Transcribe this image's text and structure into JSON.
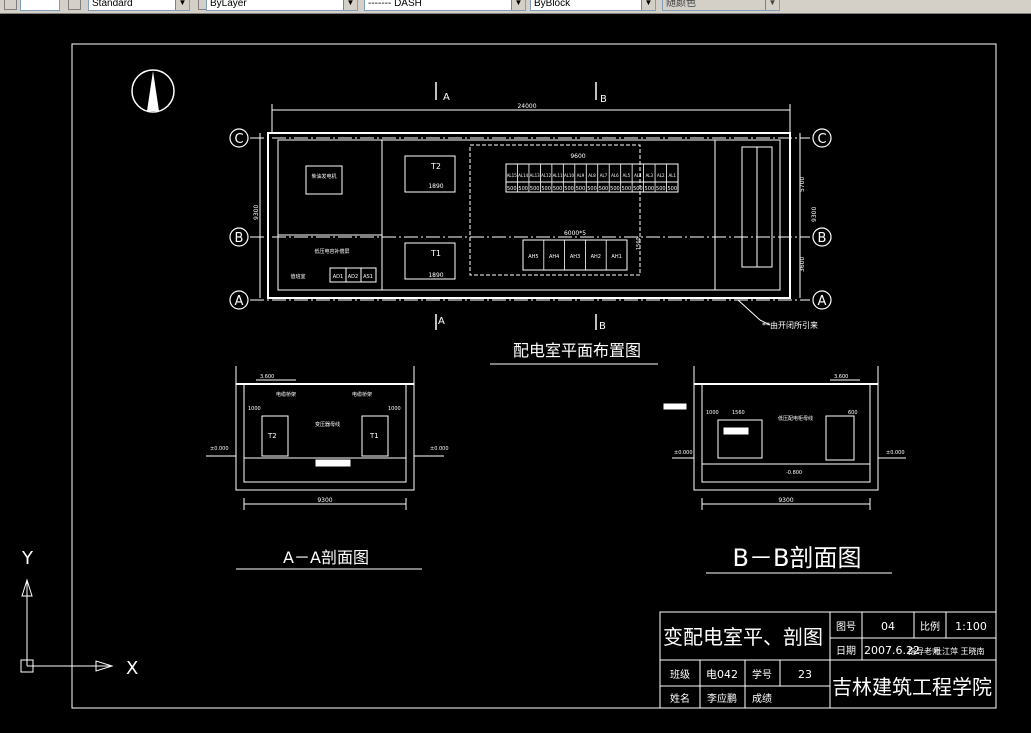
{
  "toolbar": {
    "text_style": "Standard",
    "layer": "ByLayer",
    "linetype": "------- DASH",
    "lineweight": "ByBlock",
    "color": "随颜色"
  },
  "plan": {
    "title": "配电室平面布置图",
    "total_dim": "24000",
    "axis_marks": {
      "a_top": "A",
      "b_top": "B",
      "a_bottom": "A",
      "b_bottom": "B"
    },
    "grid_c": "C",
    "grid_b": "B",
    "grid_a": "A",
    "dim_left": "9300",
    "dim_right_top": "5700",
    "dim_right_mid": "9300",
    "dim_right_bottom": "3600",
    "dim_panels": "9600",
    "dim_low_panels": "6000*5",
    "dim_width": "1560",
    "dim_t2": "1890",
    "dim_t1": "1890",
    "transformer_t2": "T2",
    "transformer_t1": "T1",
    "room_generator": "柴油发电机",
    "room_control": "低压电容补偿屏",
    "room_duty": "值班室",
    "ah_panels": [
      "AH5",
      "AH4",
      "AH3",
      "AH2",
      "AH1"
    ],
    "small_panels": [
      "AD1",
      "AD2",
      "AS1"
    ],
    "al_panels": [
      "AL15",
      "AL14",
      "AL13",
      "AL12",
      "AL11",
      "AL10",
      "AL9",
      "AL8",
      "AL7",
      "AL6",
      "AL5",
      "AL4",
      "AL3",
      "AL2",
      "AL1"
    ],
    "al_sizes": [
      "500",
      "500",
      "500",
      "500",
      "500",
      "500",
      "500",
      "500",
      "500",
      "500",
      "500",
      "500",
      "500",
      "500",
      "500"
    ],
    "cable_note": "**由开闭所引来"
  },
  "section_aa": {
    "title": "A－A剖面图",
    "elev_top": "3.600",
    "elev_left": "±0.000",
    "elev_right": "±0.000",
    "label_left": "电缆桥架",
    "label_right": "电缆桥架",
    "label_mid": "变压器母线",
    "dim_left": "1000",
    "dim_right": "1000",
    "t_left": "T2",
    "t_right": "T1",
    "width": "9300"
  },
  "section_bb": {
    "title": "B－B剖面图",
    "elev_top": "3.600",
    "elev_left": "±0.000",
    "elev_right": "±0.000",
    "elev_floor": "-0.800",
    "dim_a": "1000",
    "dim_b": "1560",
    "dim_c": "600",
    "label_mid": "低压配电柜母线",
    "width": "9300"
  },
  "title_block": {
    "drawing_title": "变配电室平、剖图",
    "drawing_no_label": "图号",
    "drawing_no": "04",
    "scale_label": "比例",
    "scale": "1:100",
    "date_label": "日期",
    "date": "2007.6.22",
    "teacher_label": "指导老师",
    "teacher": "杜江萍  王晓南",
    "class_label": "班级",
    "class_value": "电042",
    "student_no_label": "学号",
    "student_no": "23",
    "name_label": "姓名",
    "name": "李应鹏",
    "grade_label": "成绩",
    "school": "吉林建筑工程学院"
  },
  "ucs": {
    "x": "X",
    "y": "Y"
  }
}
